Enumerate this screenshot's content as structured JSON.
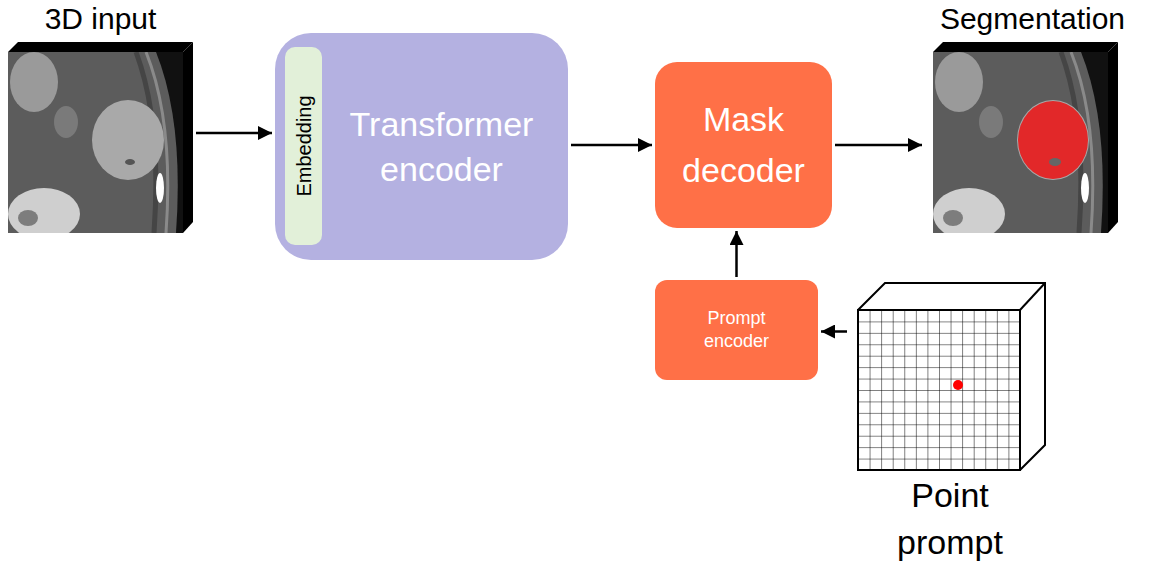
{
  "diagram": {
    "nodes": [
      {
        "text": [
          "3D input"
        ]
      },
      {
        "text": [
          "Transformer encoder"
        ]
      },
      {
        "text": [
          "Embedding"
        ],
        "in": 1
      },
      {
        "text": [
          "Mask decoder"
        ]
      },
      {
        "text": [
          "Segmentation"
        ]
      },
      {
        "text": [
          "Prompt encoder"
        ]
      },
      {
        "text": [
          "Point prompt"
        ]
      }
    ],
    "edges": [
      {
        "from": 0,
        "to": 1,
        "arrow": "to"
      },
      {
        "from": 1,
        "to": 3,
        "arrow": "to"
      },
      {
        "from": 3,
        "to": 4,
        "arrow": "to"
      },
      {
        "from": 5,
        "to": 3,
        "arrow": "to"
      },
      {
        "from": 6,
        "to": 5,
        "arrow": "to"
      }
    ]
  }
}
